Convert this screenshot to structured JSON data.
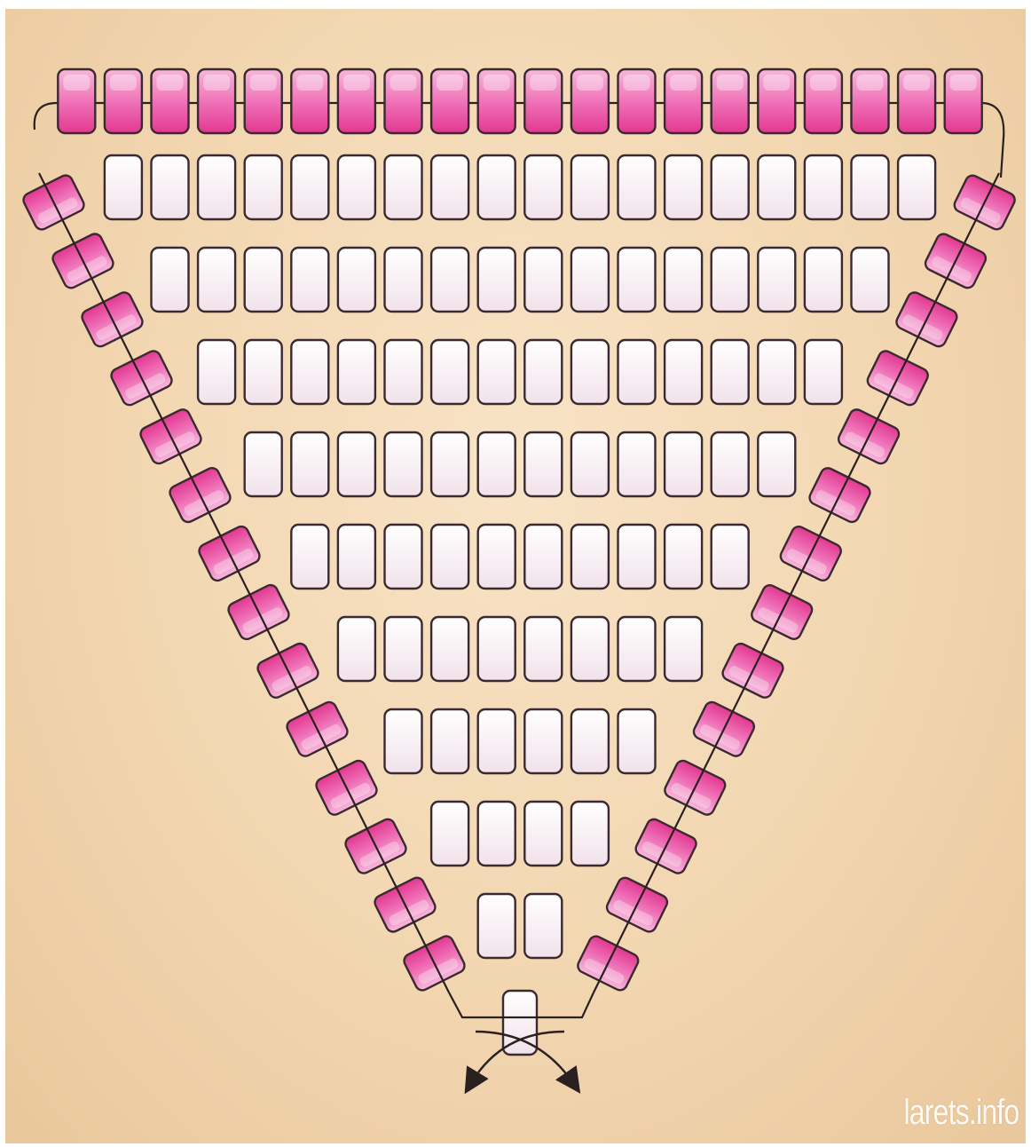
{
  "diagram": {
    "title": "",
    "description_visible": "",
    "rows": [
      {
        "role": "top-edge",
        "bead_color": "pink",
        "count": 20
      },
      {
        "role": "fill",
        "bead_color": "white",
        "count": 18
      },
      {
        "role": "fill",
        "bead_color": "white",
        "count": 16
      },
      {
        "role": "fill",
        "bead_color": "white",
        "count": 14
      },
      {
        "role": "fill",
        "bead_color": "white",
        "count": 12
      },
      {
        "role": "fill",
        "bead_color": "white",
        "count": 10
      },
      {
        "role": "fill",
        "bead_color": "white",
        "count": 8
      },
      {
        "role": "fill",
        "bead_color": "white",
        "count": 6
      },
      {
        "role": "fill",
        "bead_color": "white",
        "count": 4
      },
      {
        "role": "fill",
        "bead_color": "white",
        "count": 2
      },
      {
        "role": "tip",
        "bead_color": "white",
        "count": 1
      }
    ],
    "side_edges": {
      "left_count": 14,
      "right_count": 14,
      "bead_color": "pink"
    },
    "thread_arrows": [
      "arrow-left-down",
      "arrow-right-down"
    ],
    "colors": {
      "pink": "#e8449a",
      "pink_light": "#f7b8db",
      "white_bead": "#f8eef2",
      "outline": "#3a2a30",
      "thread": "#2a2020",
      "background": "#f3d9b6"
    }
  },
  "watermark": {
    "text": "larets.info"
  }
}
